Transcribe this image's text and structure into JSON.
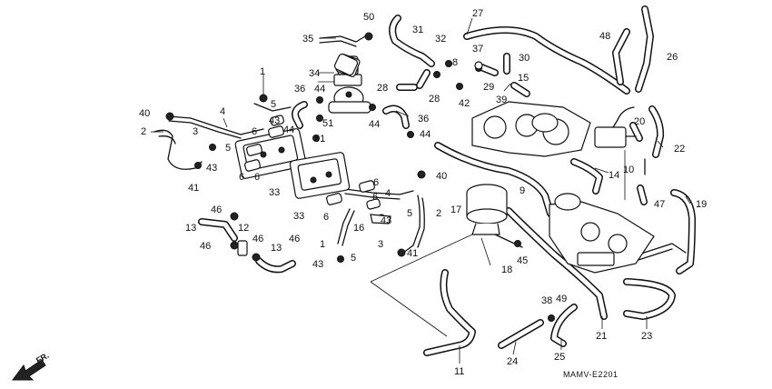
{
  "diagram": {
    "code": "MAMV-E2201",
    "direction_label": "FR.",
    "callouts": [
      "1",
      "2",
      "3",
      "4",
      "5",
      "6",
      "8",
      "9",
      "10",
      "11",
      "12",
      "13",
      "14",
      "15",
      "16",
      "17",
      "18",
      "19",
      "20",
      "21",
      "22",
      "23",
      "24",
      "25",
      "26",
      "27",
      "28",
      "29",
      "30",
      "31",
      "32",
      "33",
      "34",
      "35",
      "36",
      "37",
      "38",
      "39",
      "40",
      "41",
      "42",
      "43",
      "44",
      "45",
      "46",
      "47",
      "48",
      "49",
      "50",
      "51"
    ]
  }
}
